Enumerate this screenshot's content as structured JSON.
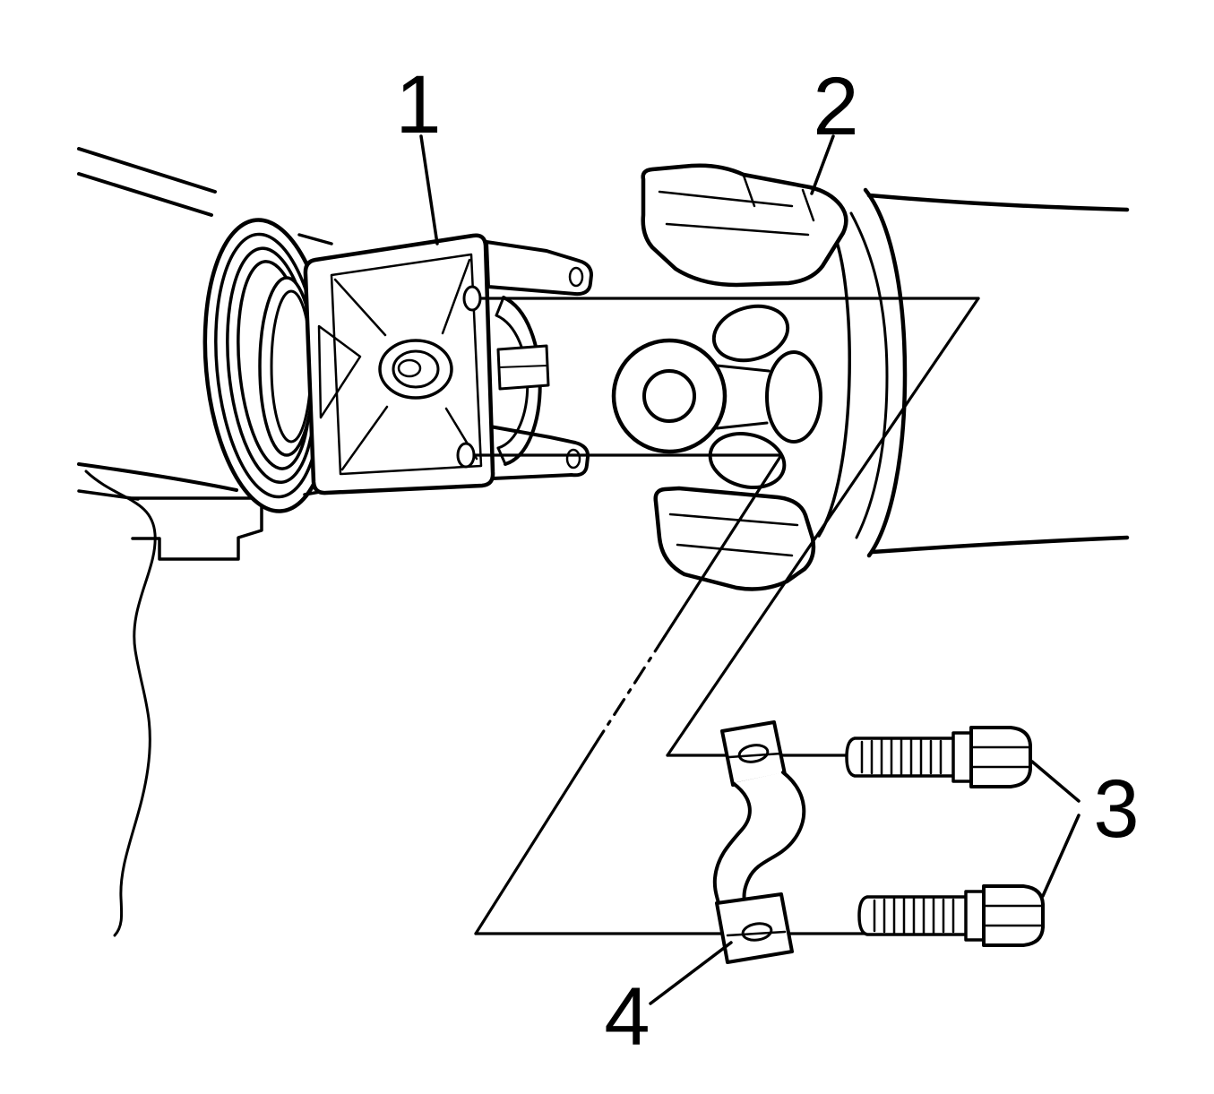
{
  "figure": {
    "background_color": "#ffffff",
    "line_color": "#000000",
    "callouts": [
      {
        "label": "1"
      },
      {
        "label": "2"
      },
      {
        "label": "3"
      },
      {
        "label": "4"
      }
    ]
  }
}
